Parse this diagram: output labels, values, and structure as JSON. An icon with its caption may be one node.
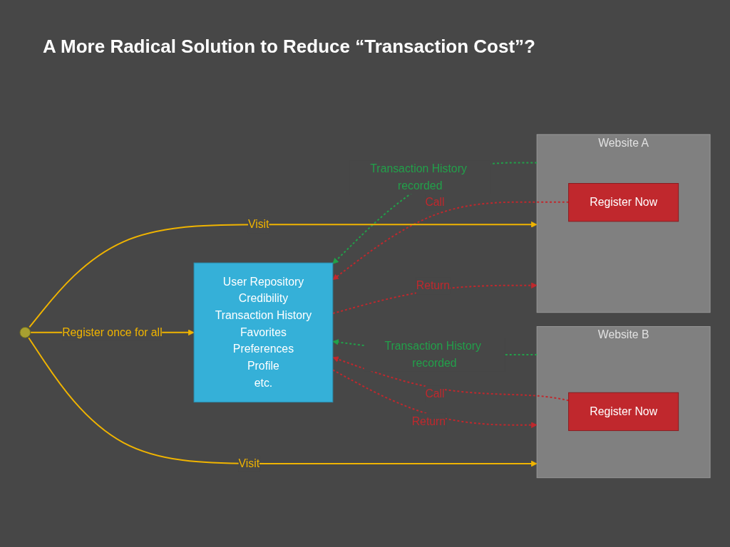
{
  "diagram": {
    "title": "A More Radical Solution to Reduce “Transaction Cost”?",
    "nodes": [
      {
        "text": [
          "User Repository",
          "Credibility",
          "Transaction History",
          "Favorites",
          "Preferences",
          "Profile",
          "etc."
        ]
      },
      {
        "text": [
          "Website A"
        ]
      },
      {
        "text": [
          "Register Now"
        ],
        "in": 1
      },
      {
        "text": [
          "Website B"
        ]
      },
      {
        "text": [
          "Register Now"
        ],
        "in": 3
      },
      {
        "text": [],
        "shape": "person"
      }
    ],
    "edges": [
      {
        "from": 1,
        "to": 0,
        "arrow": "to",
        "label": "Transaction History recorded",
        "style": "dashed",
        "color": "#22a04a"
      },
      {
        "from": 2,
        "to": 0,
        "arrow": "to",
        "label": "Call",
        "style": "dashed",
        "color": "#c0282d"
      },
      {
        "from": 0,
        "to": 1,
        "arrow": "to",
        "label": "Return",
        "style": "dashed",
        "color": "#c0282d"
      },
      {
        "from": 5,
        "to": 0,
        "arrow": "to",
        "label": "Register once for all",
        "color": "#f0b400"
      },
      {
        "from": 5,
        "to": 1,
        "arrow": "to",
        "label": "Visit",
        "color": "#f0b400"
      },
      {
        "from": 5,
        "to": 3,
        "arrow": "to",
        "label": "Visit",
        "color": "#f0b400"
      },
      {
        "from": 4,
        "to": 0,
        "arrow": "to",
        "label": "Call",
        "style": "dashed",
        "color": "#c0282d"
      },
      {
        "from": 0,
        "to": 3,
        "arrow": "to",
        "label": "Return",
        "style": "dashed",
        "color": "#c0282d"
      },
      {
        "from": 3,
        "to": 0,
        "arrow": "to",
        "label": "Transaction History recorded",
        "style": "dashed",
        "color": "#22a04a"
      }
    ]
  }
}
